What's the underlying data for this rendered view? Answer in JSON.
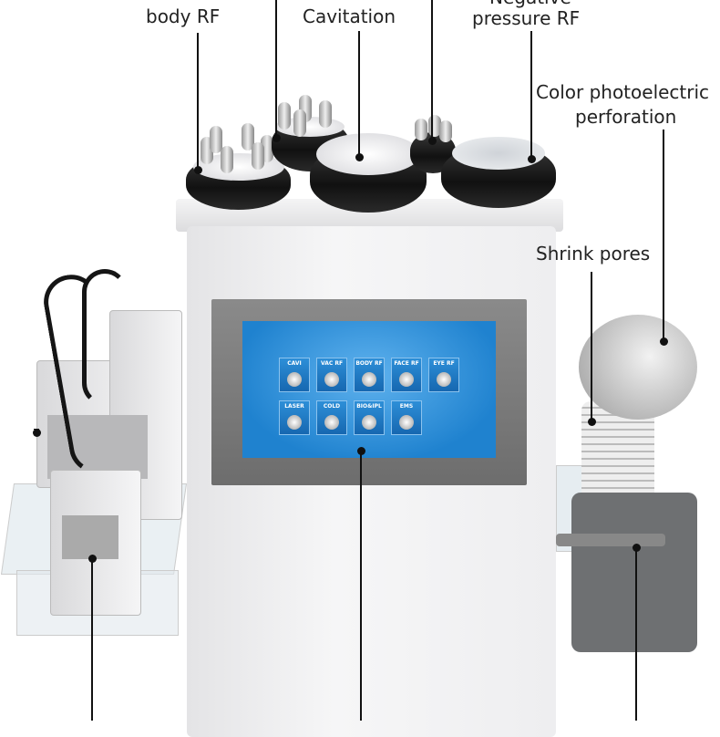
{
  "labels": {
    "body_rf": "body RF",
    "cavitation": "Cavitation",
    "negative_pressure_rf_line1": "Negative",
    "negative_pressure_rf_line2": "pressure RF",
    "color_photoelectric_line1": "Color photoelectric",
    "color_photoelectric_line2": "perforation",
    "shrink_pores": "Shrink pores"
  },
  "screen": {
    "tiles": [
      "CAVI",
      "VAC RF",
      "BODY RF",
      "FACE RF",
      "EYE RF",
      "LASER",
      "COLD",
      "BIO&IPL",
      "EMS"
    ],
    "color": "#2a8ad6"
  }
}
